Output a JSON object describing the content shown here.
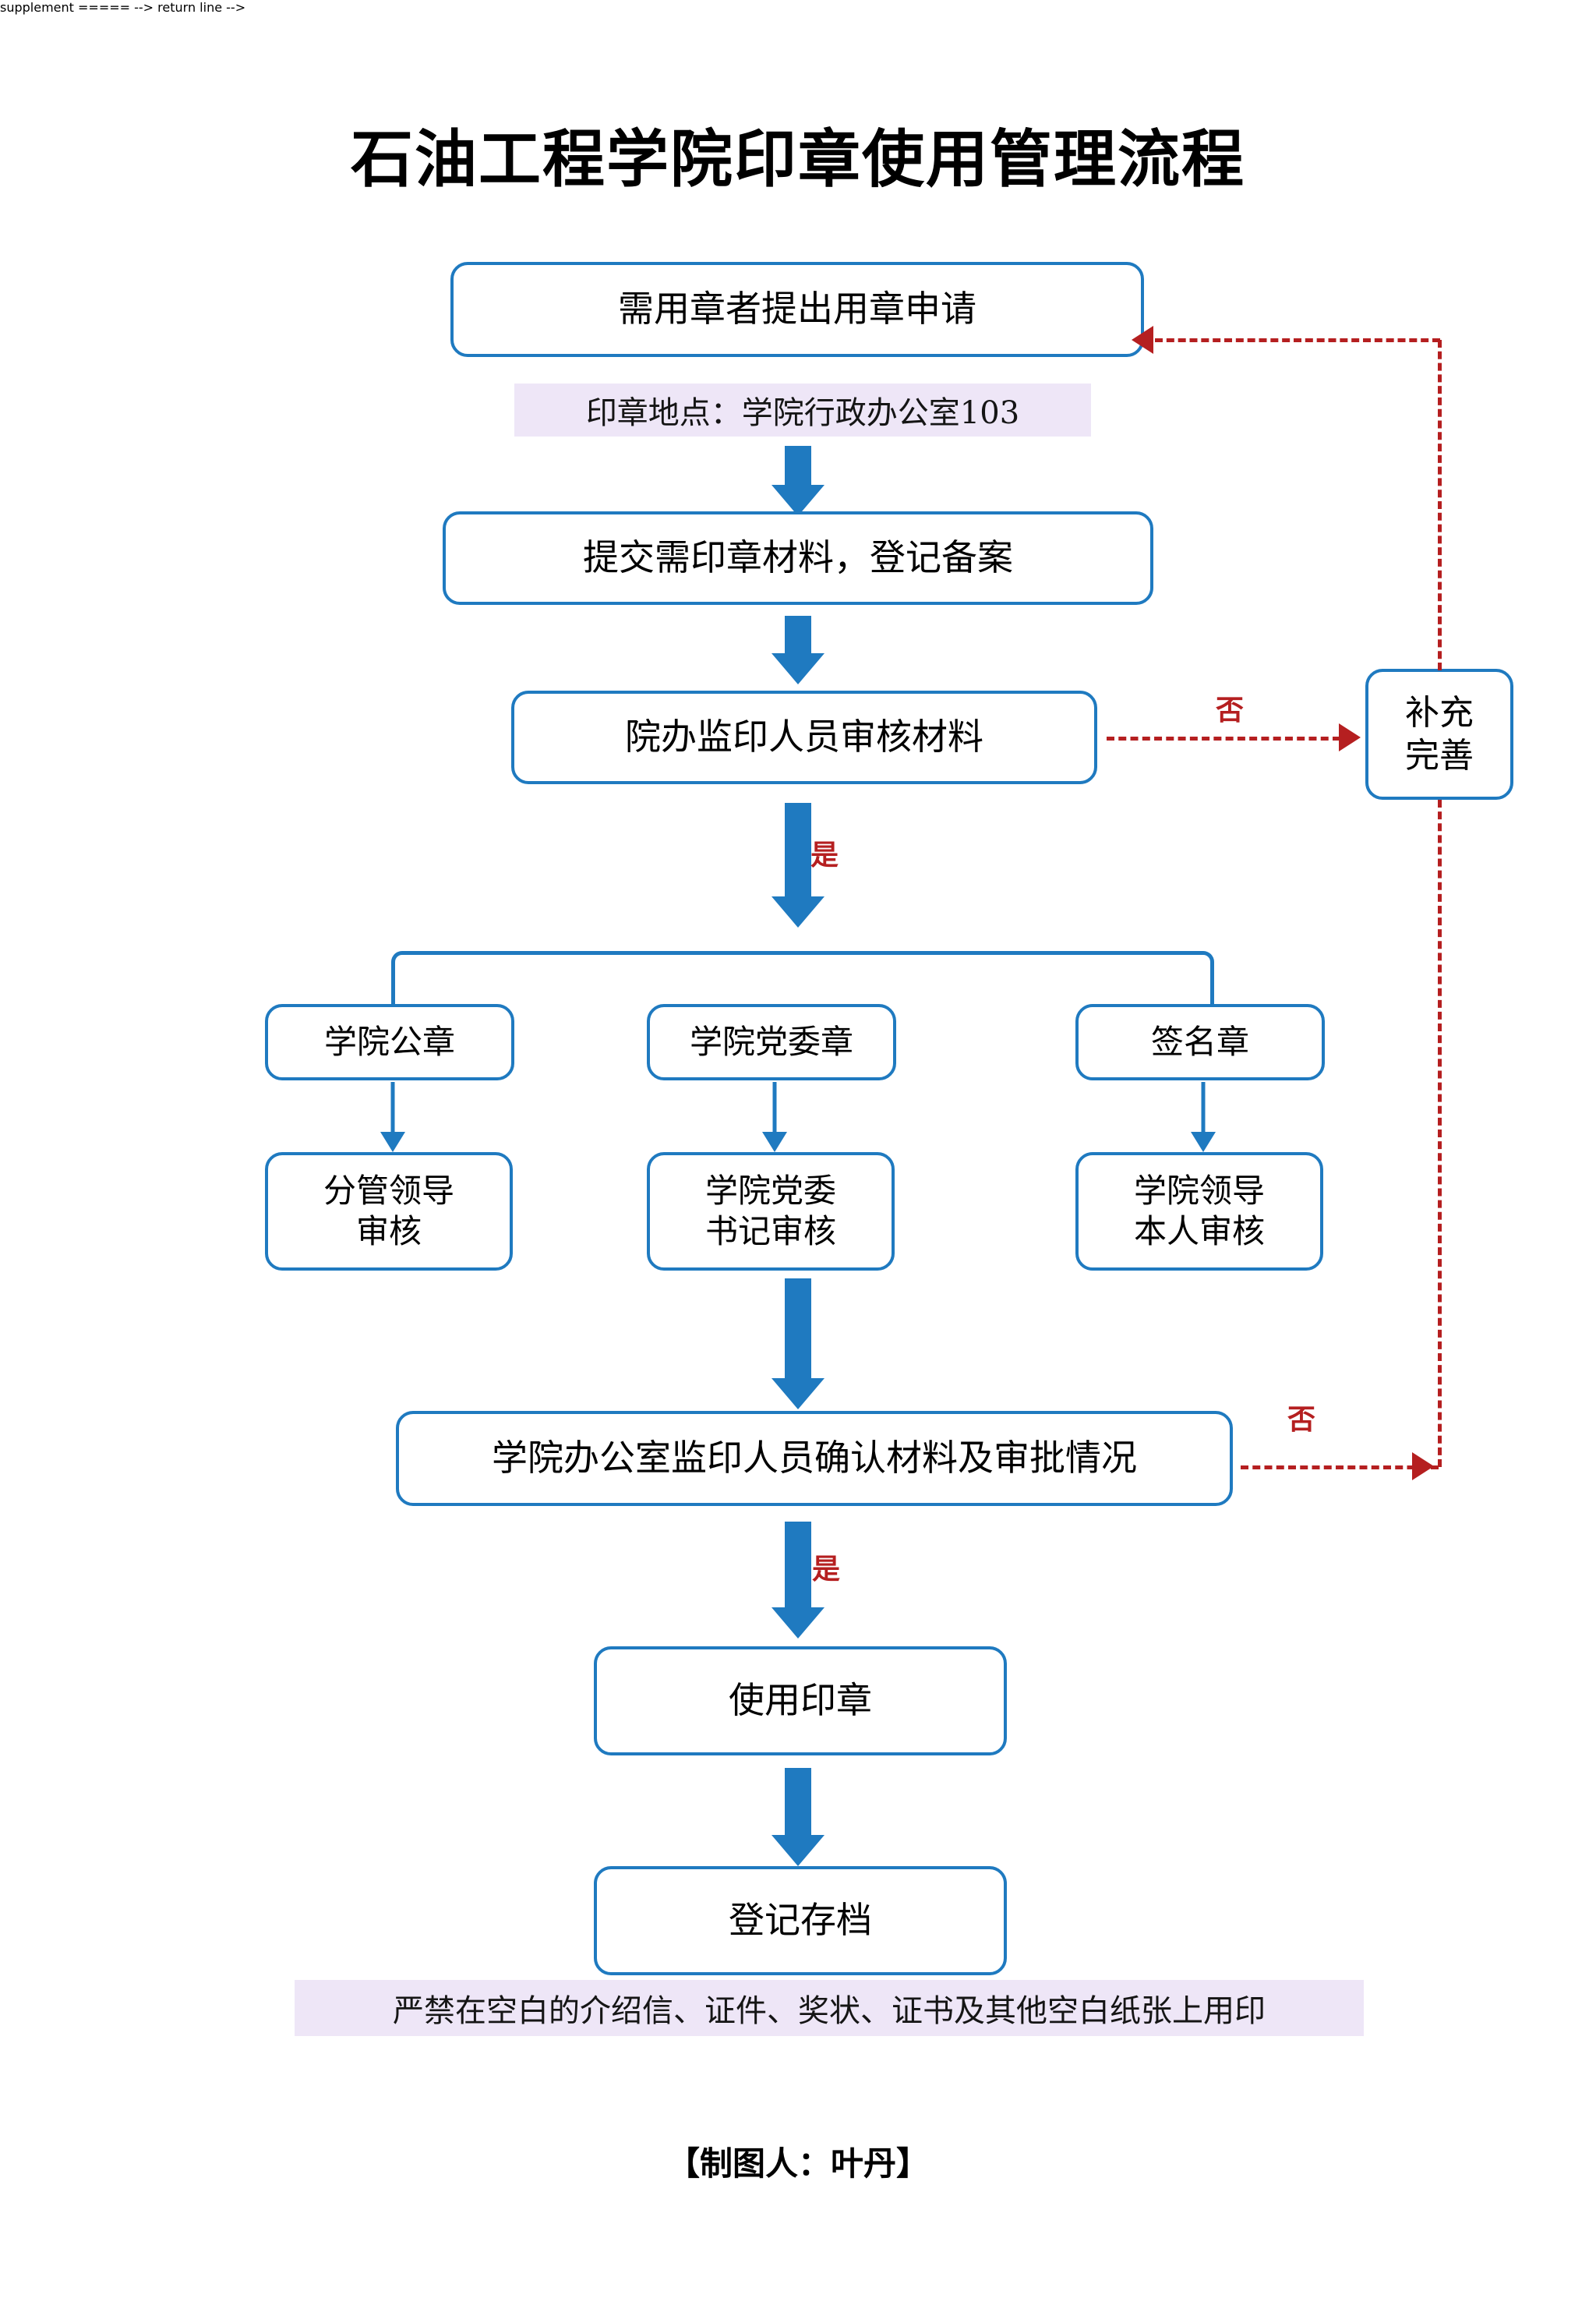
{
  "document": {
    "title": "石油工程学院印章使用管理流程",
    "credit": "【制图人：叶丹】"
  },
  "colors": {
    "box_border": "#1f7ac0",
    "arrow_blue": "#1f7ac0",
    "branch_red": "#b51f20",
    "note_background": "#eee6f7",
    "page_background": "#ffffff",
    "text": "#000000"
  },
  "flow": {
    "step_apply": "需用章者提出用章申请",
    "note_location": "印章地点：学院行政办公室103",
    "step_submit": "提交需印章材料，登记备案",
    "step_review": "院办监印人员审核材料",
    "node_supplement_line1": "补充",
    "node_supplement_line2": "完善",
    "branch_yes_1": "是",
    "branch_no_1": "否",
    "seal_option_1": "学院公章",
    "seal_option_2": "学院党委章",
    "seal_option_3": "签名章",
    "approver_1_line1": "分管领导",
    "approver_1_line2": "审核",
    "approver_2_line1": "学院党委",
    "approver_2_line2": "书记审核",
    "approver_3_line1": "学院领导",
    "approver_3_line2": "本人审核",
    "step_confirm": "学院办公室监印人员确认材料及审批情况",
    "branch_no_2": "否",
    "branch_yes_2": "是",
    "step_use_seal": "使用印章",
    "step_archive": "登记存档",
    "note_warning": "严禁在空白的介绍信、证件、奖状、证书及其他空白纸张上用印"
  },
  "chart_data": {
    "type": "diagram",
    "title": "石油工程学院印章使用管理流程",
    "nodes": [
      {
        "id": "apply",
        "label": "需用章者提出用章申请",
        "shape": "rounded-rect"
      },
      {
        "id": "note_loc",
        "label": "印章地点：学院行政办公室103",
        "shape": "banner"
      },
      {
        "id": "submit",
        "label": "提交需印章材料，登记备案",
        "shape": "rounded-rect"
      },
      {
        "id": "review",
        "label": "院办监印人员审核材料",
        "shape": "rounded-rect"
      },
      {
        "id": "supplement",
        "label": "补充完善",
        "shape": "rounded-rect"
      },
      {
        "id": "seal1",
        "label": "学院公章",
        "shape": "rounded-rect"
      },
      {
        "id": "seal2",
        "label": "学院党委章",
        "shape": "rounded-rect"
      },
      {
        "id": "seal3",
        "label": "签名章",
        "shape": "rounded-rect"
      },
      {
        "id": "appr1",
        "label": "分管领导审核",
        "shape": "rounded-rect"
      },
      {
        "id": "appr2",
        "label": "学院党委书记审核",
        "shape": "rounded-rect"
      },
      {
        "id": "appr3",
        "label": "学院领导本人审核",
        "shape": "rounded-rect"
      },
      {
        "id": "confirm",
        "label": "学院办公室监印人员确认材料及审批情况",
        "shape": "rounded-rect"
      },
      {
        "id": "use_seal",
        "label": "使用印章",
        "shape": "rounded-rect"
      },
      {
        "id": "archive",
        "label": "登记存档",
        "shape": "rounded-rect"
      },
      {
        "id": "warning",
        "label": "严禁在空白的介绍信、证件、奖状、证书及其他空白纸张上用印",
        "shape": "banner"
      }
    ],
    "edges": [
      {
        "from": "apply",
        "to": "submit",
        "label": "",
        "style": "solid-blue"
      },
      {
        "from": "submit",
        "to": "review",
        "label": "",
        "style": "solid-blue"
      },
      {
        "from": "review",
        "to": "supplement",
        "label": "否",
        "style": "dashed-red"
      },
      {
        "from": "review",
        "to": "seal_group",
        "label": "是",
        "style": "solid-blue"
      },
      {
        "from": "seal1",
        "to": "appr1",
        "label": "",
        "style": "solid-blue"
      },
      {
        "from": "seal2",
        "to": "appr2",
        "label": "",
        "style": "solid-blue"
      },
      {
        "from": "seal3",
        "to": "appr3",
        "label": "",
        "style": "solid-blue"
      },
      {
        "from": "appr2",
        "to": "confirm",
        "label": "",
        "style": "solid-blue"
      },
      {
        "from": "confirm",
        "to": "supplement",
        "label": "否",
        "style": "dashed-red"
      },
      {
        "from": "confirm",
        "to": "use_seal",
        "label": "是",
        "style": "solid-blue"
      },
      {
        "from": "use_seal",
        "to": "archive",
        "label": "",
        "style": "solid-blue"
      },
      {
        "from": "supplement",
        "to": "apply",
        "label": "",
        "style": "dashed-red"
      }
    ]
  }
}
